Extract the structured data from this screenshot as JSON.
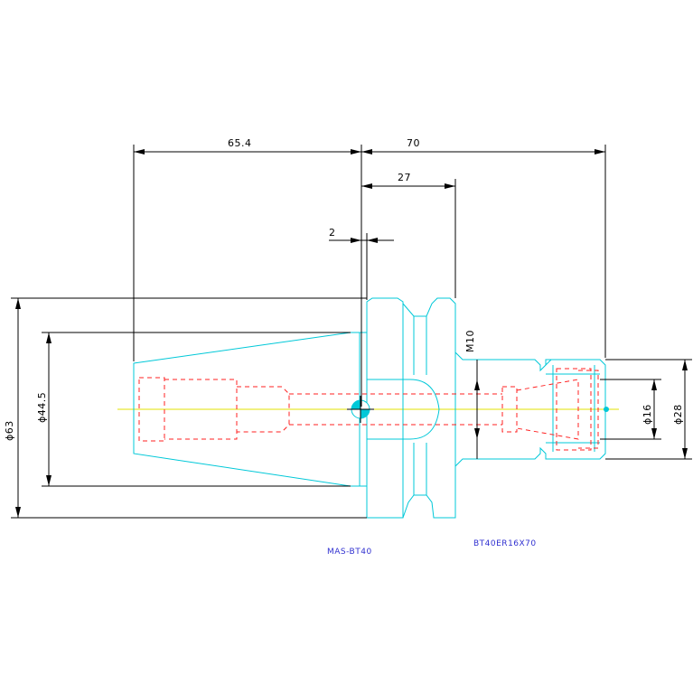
{
  "drawing": {
    "colors": {
      "background": "#ffffff",
      "body_outline": "#00c8d8",
      "hidden_lines": "#ff2020",
      "centerline": "#e0e000",
      "dimension": "#000000",
      "label": "#3030d0",
      "origin_marker": "#00c8d8"
    },
    "dimensions": {
      "d_65_4": "65.4",
      "d_70": "70",
      "d_27": "27",
      "d_2": "2",
      "d_m10": "M10",
      "d_phi63": "ϕ63",
      "d_phi44_5": "ϕ44.5",
      "d_phi16": "ϕ16",
      "d_phi28": "ϕ28"
    },
    "labels": {
      "adapter": "MAS-BT40",
      "holder": "BT40ER16X70"
    }
  }
}
